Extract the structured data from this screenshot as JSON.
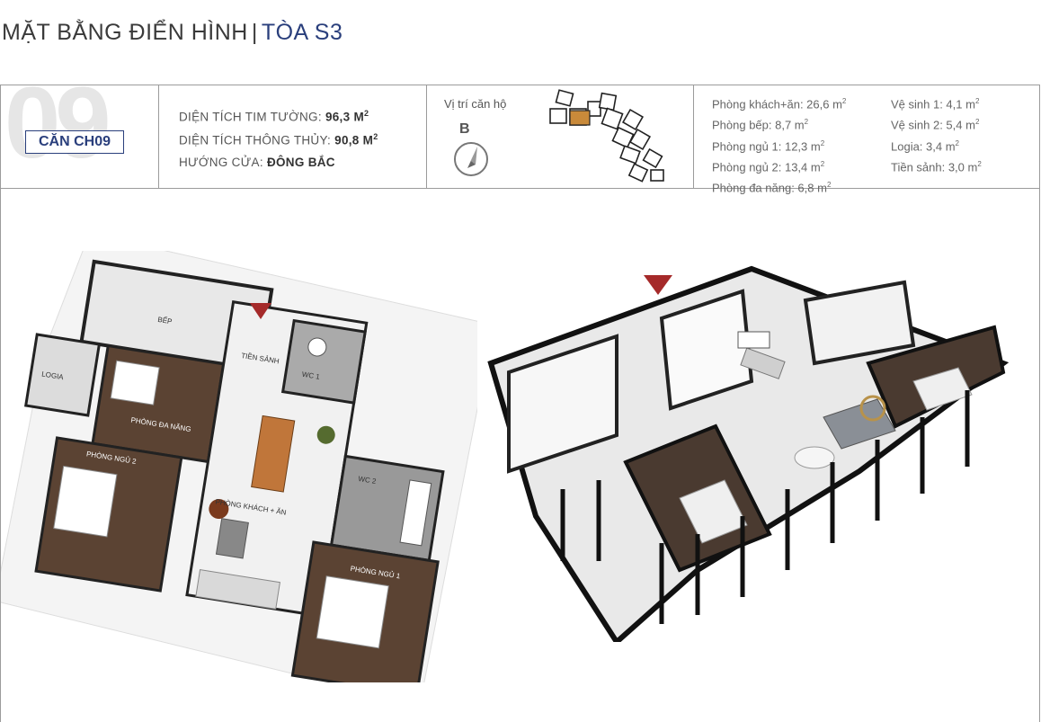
{
  "header": {
    "title": "MẶT BẰNG ĐIỂN HÌNH",
    "separator": "|",
    "tower": "TÒA S3"
  },
  "unit": {
    "number": "09",
    "badge": "CĂN CH09"
  },
  "specs": {
    "wall_area_label": "DIỆN TÍCH TIM TƯỜNG:",
    "wall_area_value": "96,3 M",
    "clear_area_label": "DIỆN TÍCH THÔNG THỦY:",
    "clear_area_value": "90,8 M",
    "door_dir_label": "HƯỚNG CỬA:",
    "door_dir_value": "ĐÔNG BẮC",
    "superscript": "2"
  },
  "location": {
    "label": "Vị trí căn hộ",
    "north_letter": "B"
  },
  "areas_col1": [
    {
      "label": "Phòng khách+ăn: 26,6 m"
    },
    {
      "label": "Phòng bếp: 8,7 m"
    },
    {
      "label": "Phòng ngủ 1: 12,3 m"
    },
    {
      "label": "Phòng ngủ 2: 13,4 m"
    },
    {
      "label": "Phòng đa năng: 6,8 m"
    }
  ],
  "areas_col2": [
    {
      "label": "Vệ sinh 1: 4,1 m"
    },
    {
      "label": "Vệ sinh 2: 5,4 m"
    },
    {
      "label": "Logia: 3,4 m"
    },
    {
      "label": "Tiền sảnh: 3,0 m"
    }
  ],
  "area_unit_sup": "2",
  "floorplan_labels": {
    "kitchen": "BẾP",
    "logia": "LOGIA",
    "foyer": "TIỀN SẢNH",
    "wc1": "WC 1",
    "multi": "PHÒNG ĐA NĂNG",
    "bed2": "PHÒNG NGỦ 2",
    "wc2": "WC 2",
    "living": "PHÒNG KHÁCH + ĂN",
    "bed1": "PHÒNG NGỦ 1"
  },
  "colors": {
    "accent": "#2a3f7c",
    "highlight_unit": "#c98a3a",
    "entry_marker": "#a52a2a",
    "wood": "#5b4333",
    "marble": "#eeeeee"
  }
}
